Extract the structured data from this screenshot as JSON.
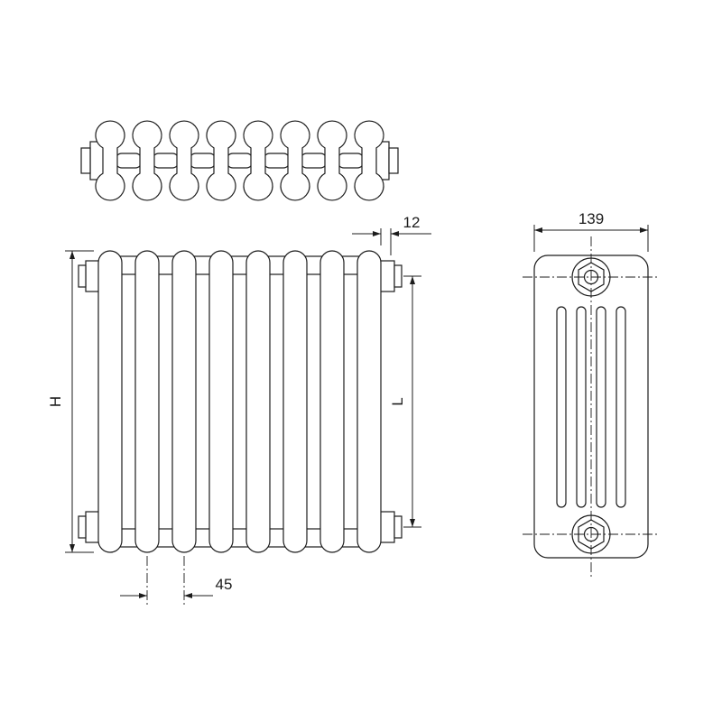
{
  "drawing": {
    "type": "radiator-technical-drawing",
    "background_color": "#ffffff",
    "line_color": "#1c1c1c",
    "dimensions": {
      "end_offset": "12",
      "depth": "139",
      "height": "H",
      "tapping_distance": "L",
      "section_pitch": "45"
    }
  }
}
